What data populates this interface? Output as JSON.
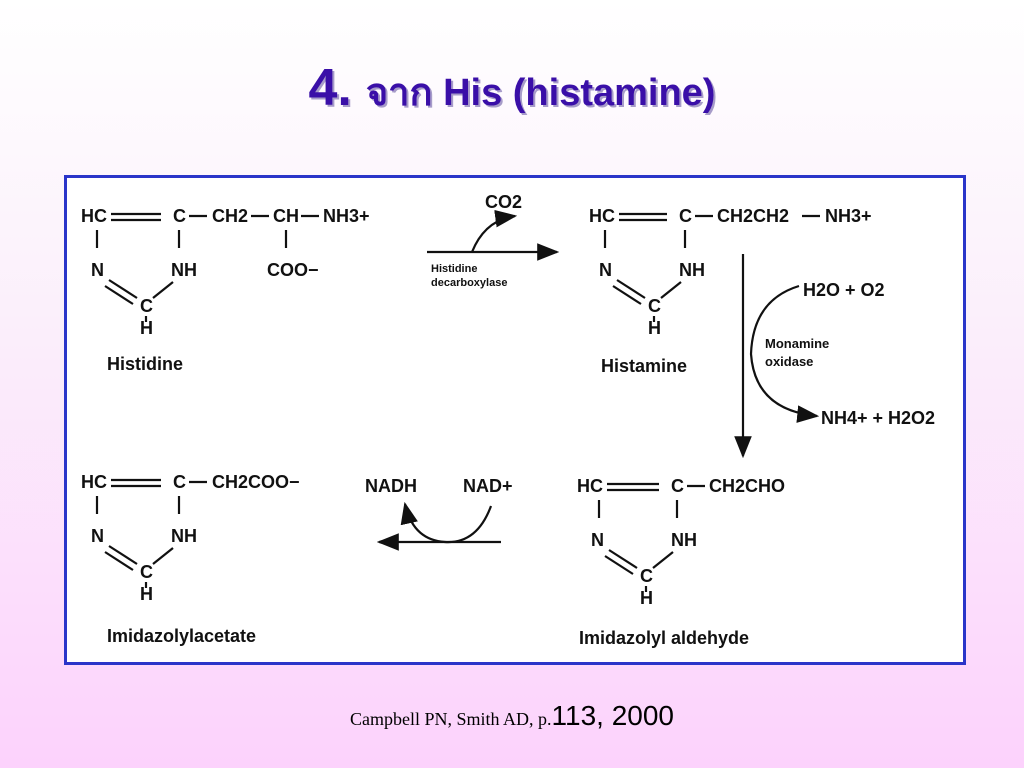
{
  "slide": {
    "title_number": "4.",
    "title_thai": "จาก",
    "title_rest": "His (histamine)",
    "citation_text": "Campbell PN, Smith AD, p.",
    "citation_numbers": "113, 2000"
  },
  "diagram": {
    "compounds": {
      "histidine": "Histidine",
      "histamine": "Histamine",
      "imidazolylacetate": "Imidazolylacetate",
      "imidazolyl_aldehyde": "Imidazolyl aldehyde"
    },
    "ring": {
      "hc": "HC",
      "c": "C",
      "n": "N",
      "nh": "NH",
      "c_bottom": "C",
      "h": "H"
    },
    "side_chains": {
      "histidine_ch2": "CH2",
      "histidine_ch": "CH",
      "histidine_nh3": "NH3+",
      "histidine_coo": "COO−",
      "histamine": "CH2CH2",
      "histamine_nh3": "NH3+",
      "imidazolylacetate": "CH2COO−",
      "imidazolyl_aldehyde": "CH2CHO"
    },
    "reaction1": {
      "byproduct": "CO2",
      "enzyme_line1": "Histidine",
      "enzyme_line2": "decarboxylase"
    },
    "reaction2": {
      "reactants": "H2O + O2",
      "enzyme_line1": "Monamine",
      "enzyme_line2": "oxidase",
      "products": "NH4+ + H2O2"
    },
    "reaction3": {
      "left": "NADH",
      "right": "NAD+"
    }
  }
}
